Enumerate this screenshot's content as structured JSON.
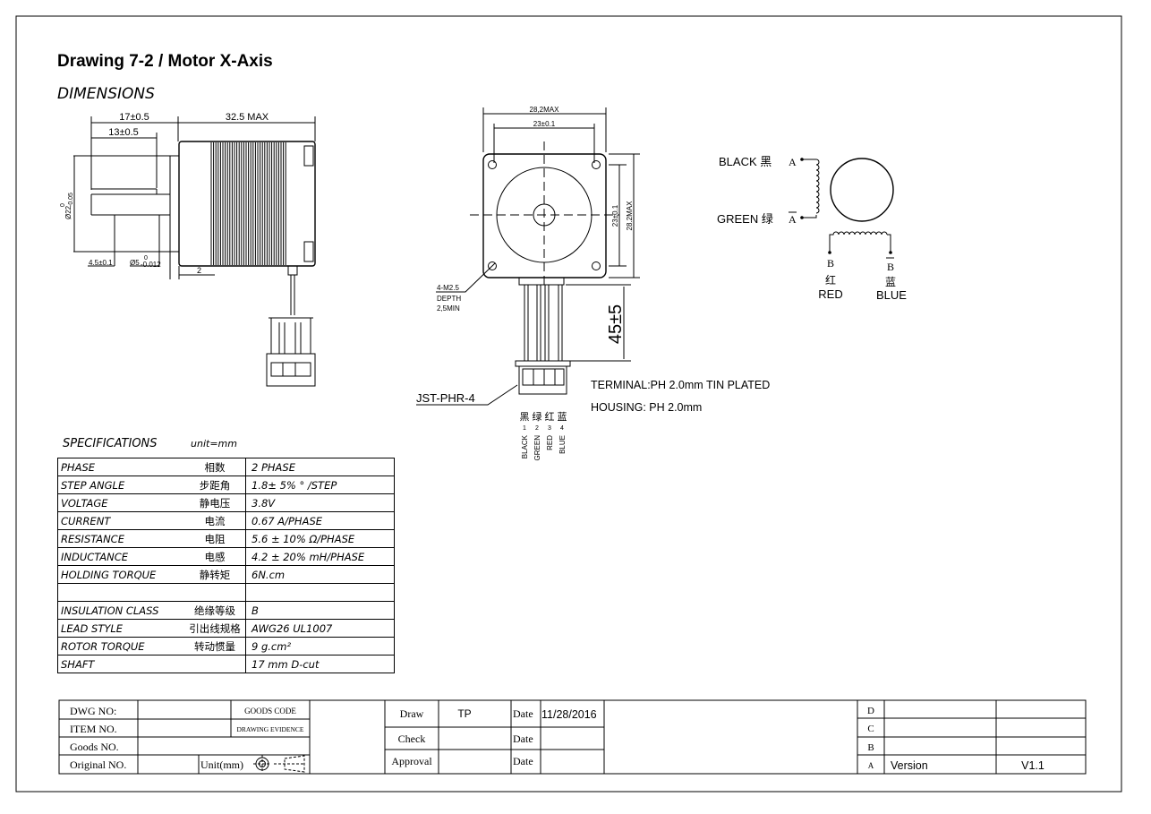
{
  "title": "Drawing 7-2 / Motor X-Axis",
  "section": "DIMENSIONS",
  "side_view": {
    "dim_17": "17±0.5",
    "dim_32": "32.5 MAX",
    "dim_13": "13±0.5",
    "dim_d22": "Ø22",
    "dim_d22_tol_up": "0",
    "dim_d22_tol_low": "-0.05",
    "dim_45": "4.5±0.1",
    "dim_d5": "Ø5",
    "dim_d5_tol_up": "0",
    "dim_d5_tol_low": "-0.012",
    "dim_2": "2"
  },
  "front_view": {
    "dim_282": "28,2MAX",
    "dim_23": "23±0.1",
    "dim_23v": "23±0.1",
    "dim_282v": "28.2MAX",
    "hole_1": "4-M2.5",
    "hole_2": "DEPTH",
    "hole_3": "2,5MIN",
    "lead_len": "45±5",
    "connector": "JST-PHR-4",
    "terminal": "TERMINAL:PH 2.0mm TIN PLATED",
    "housing": "HOUSING: PH  2.0mm",
    "pins": [
      {
        "cn": "黑",
        "num": "1",
        "name": "BLACK"
      },
      {
        "cn": "绿",
        "num": "2",
        "name": "GREEN"
      },
      {
        "cn": "红",
        "num": "3",
        "name": "RED"
      },
      {
        "cn": "蓝",
        "num": "4",
        "name": "BLUE"
      }
    ]
  },
  "wiring": {
    "black": "BLACK 黑",
    "a": "A",
    "green": "GREEN 绿",
    "abar": "A",
    "b": "B",
    "bbar": "B",
    "red_cn": "红",
    "blue_cn": "蓝",
    "red": "RED",
    "blue": "BLUE"
  },
  "specs": {
    "heading": "SPECIFICATIONS",
    "unit": "unit=mm",
    "rows": [
      {
        "label": "PHASE",
        "cn": "相数",
        "value": "2  PHASE"
      },
      {
        "label": "STEP ANGLE",
        "cn": "步距角",
        "value": "1.8± 5% ° /STEP"
      },
      {
        "label": "VOLTAGE",
        "cn": "静电压",
        "value": "3.8V"
      },
      {
        "label": "CURRENT",
        "cn": "电流",
        "value": "0.67 A/PHASE"
      },
      {
        "label": "RESISTANCE",
        "cn": "电阻",
        "value": "5.6 ± 10% Ω/PHASE"
      },
      {
        "label": "INDUCTANCE",
        "cn": "电感",
        "value": "4.2 ± 20% mH/PHASE"
      },
      {
        "label": "HOLDING TORQUE",
        "cn": "静转矩",
        "value": "6N.cm"
      },
      {
        "label": "",
        "cn": "",
        "value": ""
      },
      {
        "label": "INSULATION CLASS",
        "cn": "绝缘等级",
        "value": "B"
      },
      {
        "label": "LEAD STYLE",
        "cn": "引出线规格",
        "value": "AWG26 UL1007"
      },
      {
        "label": "ROTOR TORQUE",
        "cn": "转动惯量",
        "value": "9 g.cm²"
      },
      {
        "label": "SHAFT",
        "cn": "",
        "value": "17 mm D-cut"
      }
    ]
  },
  "title_block": {
    "dwg_no": "DWG NO:",
    "item_no": "ITEM NO.",
    "goods_no": "Goods NO.",
    "original_no": "Original NO.",
    "goods_code": "GOODS CODE",
    "drawing_evidence": "DRAWING EVIDENCE",
    "unit": "Unit(mm)",
    "draw": "Draw",
    "draw_by": "TP",
    "check": "Check",
    "approval": "Approval",
    "date": "Date",
    "date_value": "11/28/2016",
    "rev_d": "D",
    "rev_c": "C",
    "rev_b": "B",
    "rev_a": "A",
    "version_label": "Version",
    "version_value": "V1.1"
  }
}
